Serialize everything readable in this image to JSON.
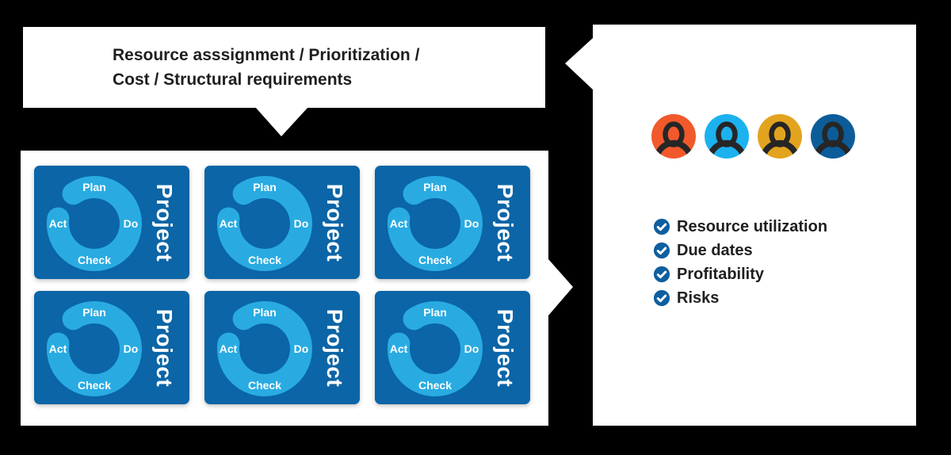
{
  "callout": {
    "text_line1": "Resource asssignment / Prioritization /",
    "text_line2": "Cost / Structural requirements"
  },
  "projects_panel": {
    "cards": [
      {
        "title": "Project",
        "plan": "Plan",
        "do": "Do",
        "check": "Check",
        "act": "Act"
      },
      {
        "title": "Project",
        "plan": "Plan",
        "do": "Do",
        "check": "Check",
        "act": "Act"
      },
      {
        "title": "Project",
        "plan": "Plan",
        "do": "Do",
        "check": "Check",
        "act": "Act"
      },
      {
        "title": "Project",
        "plan": "Plan",
        "do": "Do",
        "check": "Check",
        "act": "Act"
      },
      {
        "title": "Project",
        "plan": "Plan",
        "do": "Do",
        "check": "Check",
        "act": "Act"
      },
      {
        "title": "Project",
        "plan": "Plan",
        "do": "Do",
        "check": "Check",
        "act": "Act"
      }
    ]
  },
  "team_panel": {
    "avatars": [
      {
        "name": "team-member-orange",
        "color": "#F1592B"
      },
      {
        "name": "team-member-cyan",
        "color": "#1CB2EF"
      },
      {
        "name": "team-member-gold",
        "color": "#E2A41E"
      },
      {
        "name": "team-member-navy",
        "color": "#0C5C99"
      }
    ],
    "checklist": [
      {
        "label": "Resource utilization"
      },
      {
        "label": "Due dates"
      },
      {
        "label": "Profitability"
      },
      {
        "label": "Risks"
      }
    ]
  },
  "colors": {
    "background": "#000000",
    "panel_bg": "#FFFFFF",
    "card_bg": "#0B65A6",
    "ring": "#29ABE2",
    "check_icon": "#0F5F9F",
    "text_dark": "#1F1F1F",
    "silhouette": "#262626"
  }
}
